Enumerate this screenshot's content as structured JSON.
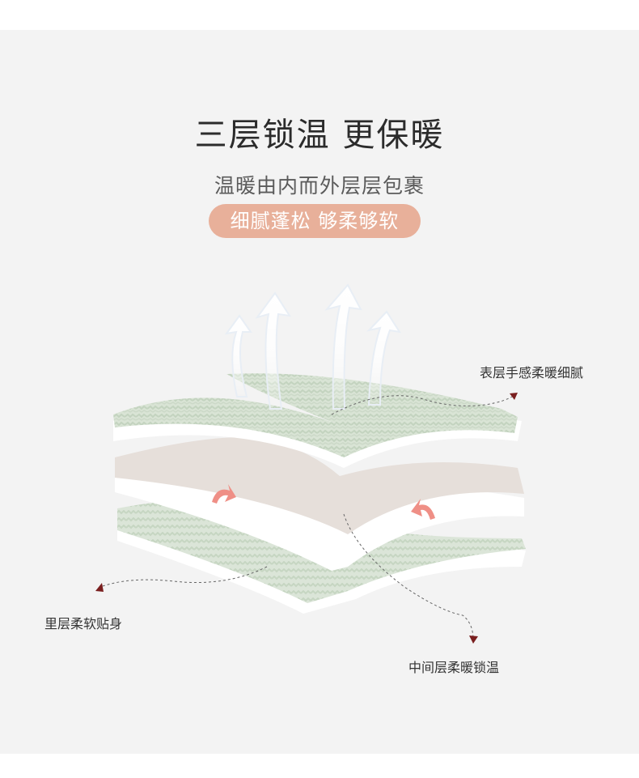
{
  "heading": {
    "title": "三层锁温 更保暖",
    "subtitle": "温暖由内而外层层包裹",
    "pill": "细腻蓬松 够柔够软"
  },
  "callouts": {
    "outer": "表层手感柔暖细腻",
    "inner": "里层柔软贴身",
    "middle": "中间层柔暖锁温"
  },
  "colors": {
    "background": "#f3f3f3",
    "pill": "#e8b09a",
    "fabric_green": "#d6e2d2",
    "middle_layer": "#e8e1dc",
    "arrow_dark_red": "#7a1f1f",
    "warm_arrow": "#ef8f86"
  },
  "icons": [
    "heat-rising-arrow",
    "warm-curl-arrow",
    "dashed-pointer-arrow"
  ]
}
